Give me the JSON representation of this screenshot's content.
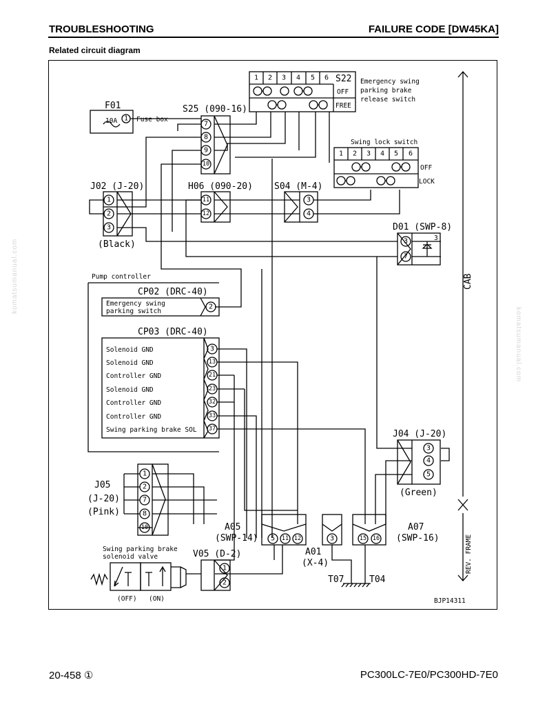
{
  "header": {
    "left": "TROUBLESHOOTING",
    "right": "FAILURE CODE [DW45KA]",
    "subtitle": "Related circuit diagram"
  },
  "footer": {
    "page": "20-458 ①",
    "model": "PC300LC-7E0/PC300HD-7E0"
  },
  "watermark": "komatsumanual.com",
  "diagram": {
    "F01": {
      "name": "F01",
      "pin": "1",
      "fuse": "10A",
      "label": "Fuse box"
    },
    "S25": {
      "name": "S25 (090-16)",
      "pins": [
        "7",
        "8",
        "9",
        "10"
      ]
    },
    "S22": {
      "name": "S22",
      "pins": [
        "1",
        "2",
        "3",
        "4",
        "5",
        "6"
      ],
      "rows": [
        "OFF",
        "FREE"
      ],
      "desc": [
        "Emergency swing",
        "parking brake",
        "release switch"
      ]
    },
    "swing_lock": {
      "title": "Swing lock switch",
      "pins": [
        "1",
        "2",
        "3",
        "4",
        "5",
        "6"
      ],
      "rows": [
        "OFF",
        "LOCK"
      ]
    },
    "J02": {
      "name": "J02 (J-20)",
      "pins": [
        "1",
        "2",
        "3"
      ],
      "color": "(Black)"
    },
    "H06": {
      "name": "H06 (090-20)",
      "pins": [
        "11",
        "12"
      ]
    },
    "S04": {
      "name": "S04 (M-4)",
      "pins": [
        "3",
        "4"
      ]
    },
    "D01": {
      "name": "D01 (SWP-8)",
      "pins": [
        "3",
        "7"
      ],
      "diode_pin": "3"
    },
    "pump_controller": "Pump controller",
    "CP02": {
      "name": "CP02 (DRC-40)",
      "label": [
        "Emergency swing",
        "parking switch"
      ],
      "pin": "2"
    },
    "CP03": {
      "name": "CP03 (DRC-40)",
      "rows": [
        {
          "label": "Solenoid GND",
          "pin": "3"
        },
        {
          "label": "Solenoid GND",
          "pin": "13"
        },
        {
          "label": "Controller GND",
          "pin": "21"
        },
        {
          "label": "Solenoid GND",
          "pin": "23"
        },
        {
          "label": "Controller GND",
          "pin": "32"
        },
        {
          "label": "Controller GND",
          "pin": "33"
        },
        {
          "label": "Swing parking brake SOL",
          "pin": "37"
        }
      ]
    },
    "J04": {
      "name": "J04 (J-20)",
      "pins": [
        "3",
        "4",
        "5"
      ],
      "color": "(Green)"
    },
    "J05": {
      "name": "J05",
      "type": "(J-20)",
      "color": "(Pink)",
      "pins": [
        "1",
        "2",
        "7",
        "8",
        "10"
      ]
    },
    "A05": {
      "name": "A05",
      "type": "(SWP-14)",
      "pins": [
        "5",
        "11",
        "12"
      ]
    },
    "A01": {
      "name": "A01",
      "type": "(X-4)",
      "pin": "3"
    },
    "A07": {
      "name": "A07",
      "type": "(SWP-16)",
      "pins": [
        "15",
        "16"
      ]
    },
    "V05": {
      "name": "V05 (D-2)",
      "pins": [
        "1",
        "2"
      ]
    },
    "valve": {
      "label": [
        "Swing parking brake",
        "solenoid valve"
      ],
      "off": "(OFF)",
      "on": "(ON)"
    },
    "grounds": [
      "T07",
      "T04"
    ],
    "cab_label": "CAB",
    "frame_label": "REV. FRAME",
    "drawing_no": "BJP14311"
  }
}
